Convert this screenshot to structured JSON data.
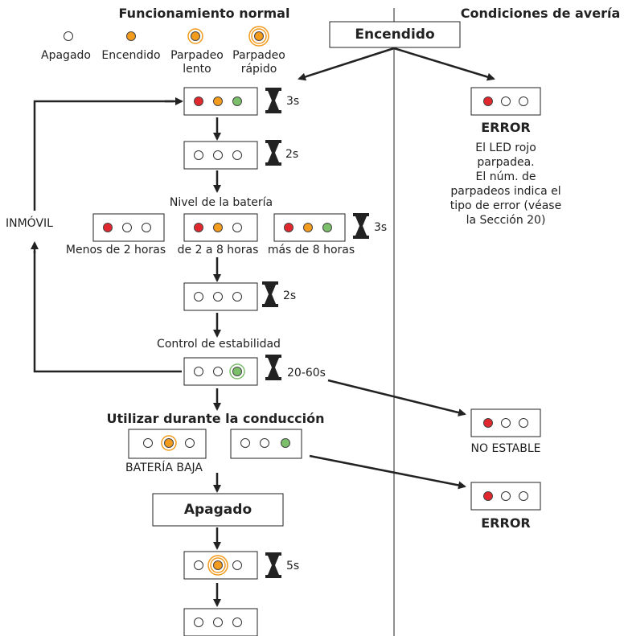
{
  "headers": {
    "normal_operation": "Funcionamiento normal",
    "fault_conditions": "Condiciones de avería"
  },
  "legend": {
    "off": "Apagado",
    "on": "Encendido",
    "slow_blink_line1": "Parpadeo",
    "slow_blink_line2": "lento",
    "fast_blink_line1": "Parpadeo",
    "fast_blink_line2": "rápido"
  },
  "power_on": "Encendido",
  "power_off": "Apagado",
  "timers": {
    "t_3s_top": "3s",
    "t_2s_a": "2s",
    "t_3s_battery": "3s",
    "t_2s_b": "2s",
    "t_stability": "20-60s",
    "t_5s": "5s"
  },
  "battery": {
    "title": "Nivel de la batería",
    "less_2h": "Menos de 2 horas",
    "from_2_to_8h": "de 2 a 8 horas",
    "more_8h": "más de 8 horas"
  },
  "stability_check": "Control de estabilidad",
  "immobile": "INMÓVIL",
  "driving": "Utilizar durante la conducción",
  "low_battery": "BATERÍA BAJA",
  "fault": {
    "error_top": "ERROR",
    "desc_line1": "El LED rojo",
    "desc_line2": "parpadea.",
    "desc_line3": "El núm. de",
    "desc_line4": "parpadeos indica el",
    "desc_line5": "tipo de error (véase",
    "desc_line6": "la Sección 20)",
    "not_stable": "NO ESTABLE",
    "error_bottom": "ERROR"
  },
  "colors": {
    "red": "#e0282e",
    "orange": "#f29b1d",
    "green": "#7cbf6a",
    "line": "#222222"
  }
}
